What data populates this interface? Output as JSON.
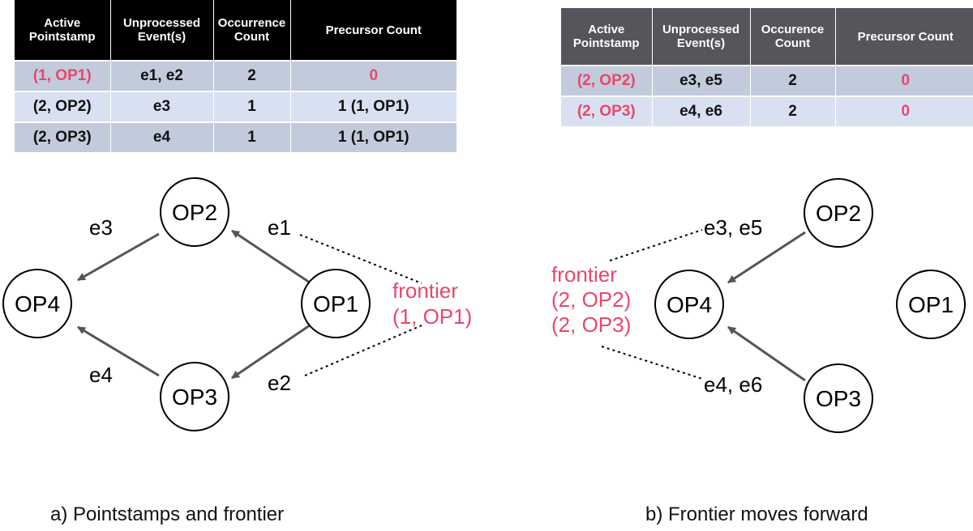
{
  "table_a": {
    "headers": [
      "Active Pointstamp",
      "Unprocessed Event(s)",
      "Occurrence Count",
      "Precursor Count"
    ],
    "rows": [
      [
        "(1, OP1)",
        "e1, e2",
        "2",
        "0"
      ],
      [
        "(2, OP2)",
        "e3",
        "1",
        "1 (1, OP1)"
      ],
      [
        "(2, OP3)",
        "e4",
        "1",
        "1 (1, OP1)"
      ]
    ]
  },
  "table_b": {
    "headers": [
      "Active Pointstamp",
      "Unprocessed Event(s)",
      "Occurence Count",
      "Precursor Count"
    ],
    "rows": [
      [
        "(2, OP2)",
        "e3, e5",
        "2",
        "0"
      ],
      [
        "(2, OP3)",
        "e4, e6",
        "2",
        "0"
      ]
    ]
  },
  "diagram_a": {
    "nodes": {
      "op1": "OP1",
      "op2": "OP2",
      "op3": "OP3",
      "op4": "OP4"
    },
    "edge_labels": {
      "e1": "e1",
      "e2": "e2",
      "e3": "e3",
      "e4": "e4"
    },
    "frontier": [
      "frontier",
      "(1, OP1)"
    ]
  },
  "diagram_b": {
    "nodes": {
      "op1": "OP1",
      "op2": "OP2",
      "op3": "OP3",
      "op4": "OP4"
    },
    "edge_labels": {
      "top": "e3, e5",
      "bottom": "e4, e6"
    },
    "frontier": [
      "frontier",
      "(2, OP2)",
      "(2, OP3)"
    ]
  },
  "captions": {
    "a": "a) Pointstamps and frontier",
    "b": "b) Frontier moves forward"
  },
  "colors": {
    "accent": "#e8486a",
    "table_a_header": "#000000",
    "table_b_header": "#54565b",
    "row_dark": "#c1cbdb",
    "row_light": "#d8e1f2",
    "edge": "#555555"
  }
}
